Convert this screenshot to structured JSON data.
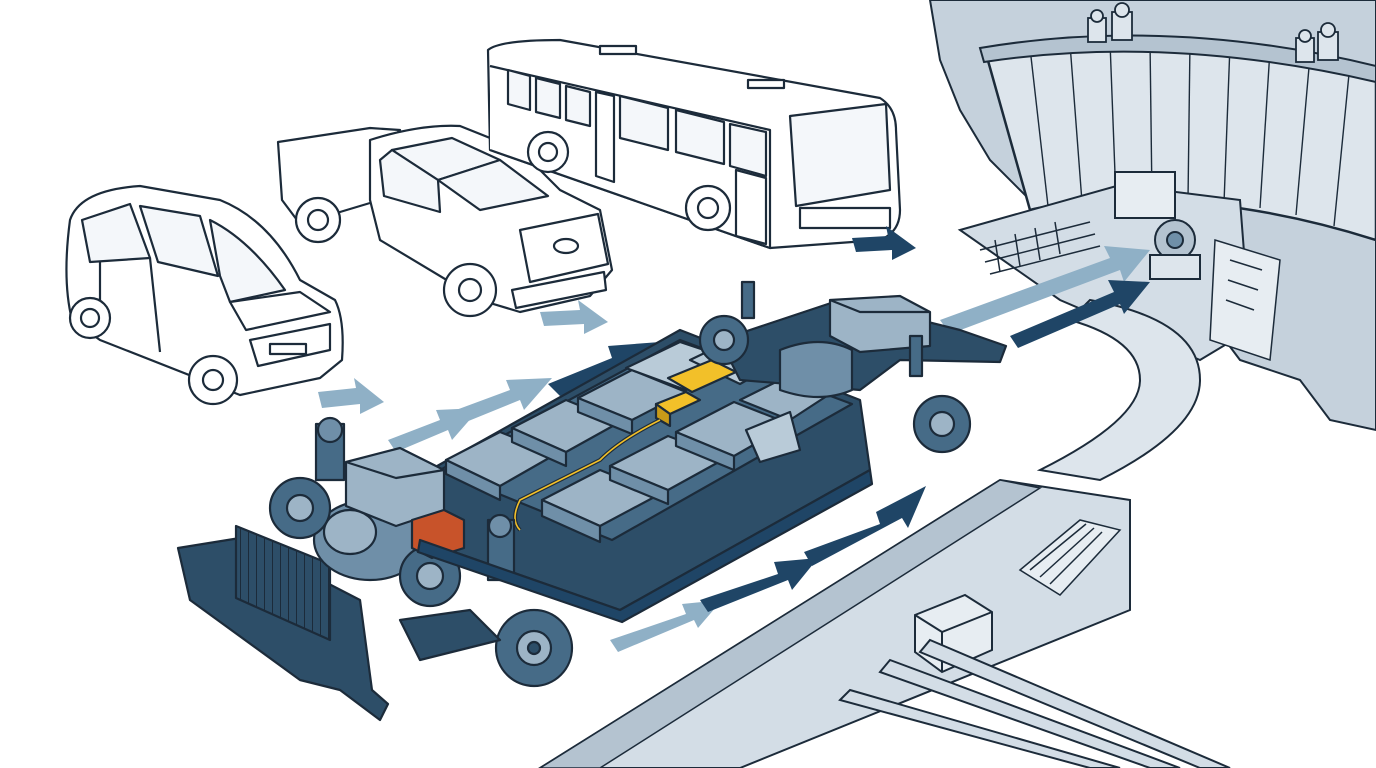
{
  "colors": {
    "background": "#ffffff",
    "outline": "#1c2b3a",
    "vehicle_fill": "#ffffff",
    "chassis_dark": "#2d4e68",
    "battery_module": "#6f8fa8",
    "battery_module_light": "#9db4c6",
    "module_top": "#b9cbd8",
    "connector_accent": "#f2c029",
    "component_accent": "#c8532a",
    "arrow_dark": "#1f4566",
    "arrow_light": "#8fb0c6",
    "dam_fill": "#d3dde6",
    "dam_shadow": "#b4c3d0",
    "rock_fill": "#c5d1dc"
  },
  "scene": {
    "vehicles": [
      "van",
      "pickup-truck",
      "city-bus"
    ],
    "central_element": "electric-skateboard-chassis",
    "destination": "hydroelectric-dam",
    "flow_direction": "vehicles-to-chassis-to-dam"
  },
  "icons": {
    "van": "van-icon",
    "pickup": "pickup-truck-icon",
    "bus": "bus-icon",
    "dam": "dam-icon",
    "battery": "battery-pack-icon",
    "motor": "electric-motor-icon",
    "connector": "connector-icon"
  }
}
